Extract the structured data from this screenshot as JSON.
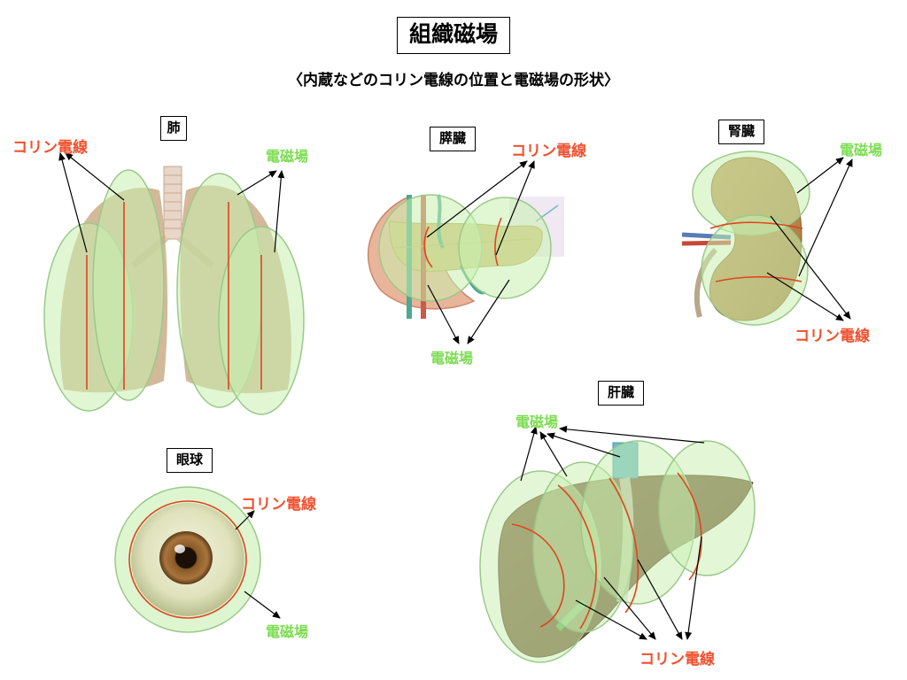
{
  "title": "組織磁場",
  "subtitle": "〈内蔵などのコリン電線の位置と電磁場の形状〉",
  "colors": {
    "coil": "#f0502e",
    "field": "#7ddc52",
    "ellipse_fill": "#c8f0b0",
    "ellipse_stroke": "#9bc98a",
    "tissue": "#b89a70"
  },
  "organs": {
    "lung": {
      "label": "肺",
      "coil_label": "コリン電線",
      "field_label": "電磁場"
    },
    "pancreas": {
      "label": "膵臓",
      "coil_label": "コリン電線",
      "field_label": "電磁場"
    },
    "kidney": {
      "label": "腎臓",
      "coil_label": "コリン電線",
      "field_label": "電磁場"
    },
    "eye": {
      "label": "眼球",
      "coil_label": "コリン電線",
      "field_label": "電磁場"
    },
    "liver": {
      "label": "肝臓",
      "coil_label": "コリン電線",
      "field_label": "電磁場"
    }
  }
}
